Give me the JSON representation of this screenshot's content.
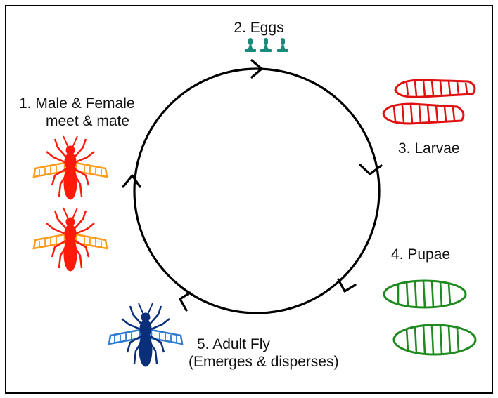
{
  "diagram": {
    "stages": [
      {
        "id": "mate",
        "lines": [
          "1. Male & Female",
          "meet & mate"
        ],
        "color": "#ff1a0a",
        "wing_color": "#ff9a1a",
        "icon": "fly-pair-icon"
      },
      {
        "id": "eggs",
        "lines": [
          "2. Eggs"
        ],
        "color": "#1a8a7a",
        "icon": "eggs-icon"
      },
      {
        "id": "larvae",
        "lines": [
          "3. Larvae"
        ],
        "color": "#e01010",
        "icon": "larva-icon"
      },
      {
        "id": "pupae",
        "lines": [
          "4. Pupae"
        ],
        "color": "#1f8a1f",
        "icon": "pupa-icon"
      },
      {
        "id": "adult",
        "lines": [
          "5. Adult Fly",
          "(Emerges & disperses)"
        ],
        "color": "#0a2f7a",
        "wing_color": "#2f7ad0",
        "icon": "adult-fly-icon"
      }
    ],
    "cycle_color": "#000000"
  }
}
